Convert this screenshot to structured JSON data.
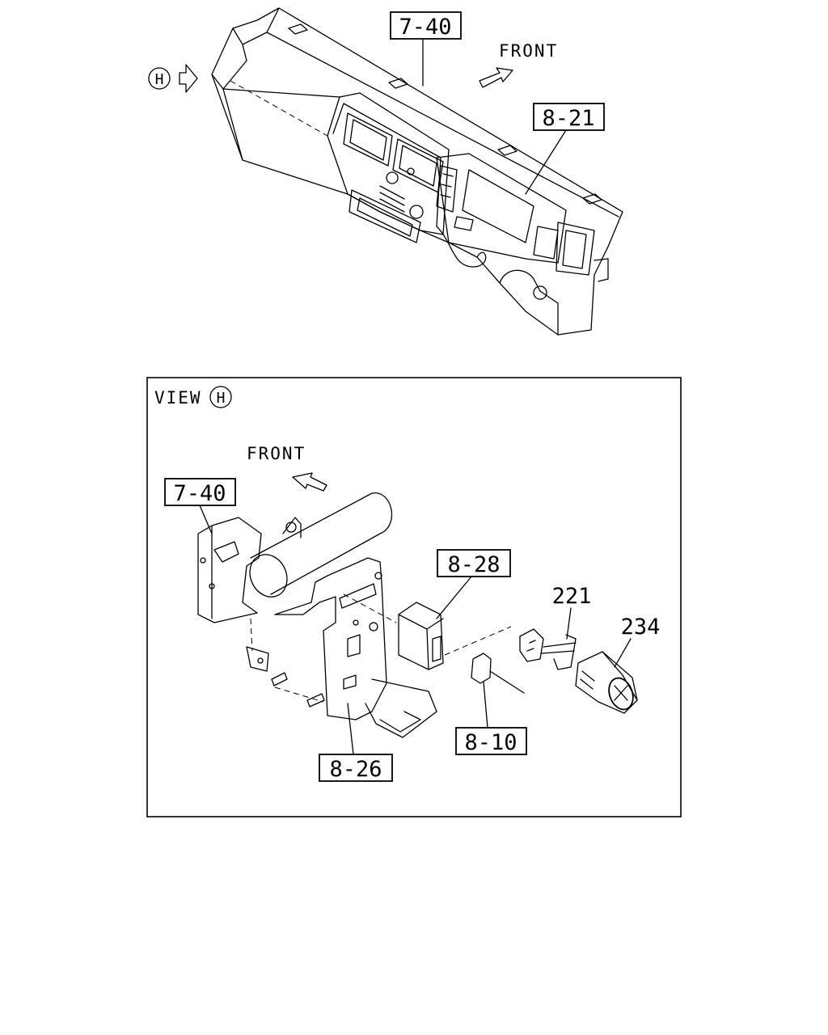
{
  "top_view": {
    "callouts": {
      "panel": "7-40",
      "cluster": "8-21"
    },
    "front_label": "FRONT",
    "view_marker": "H"
  },
  "detail_view": {
    "title": "VIEW",
    "title_marker": "H",
    "front_label": "FRONT",
    "callouts": {
      "panel": "7-40",
      "relay": "8-28",
      "bracket": "8-26",
      "connector": "8-10"
    },
    "part_numbers": {
      "part_a": "221",
      "part_b": "234"
    }
  }
}
